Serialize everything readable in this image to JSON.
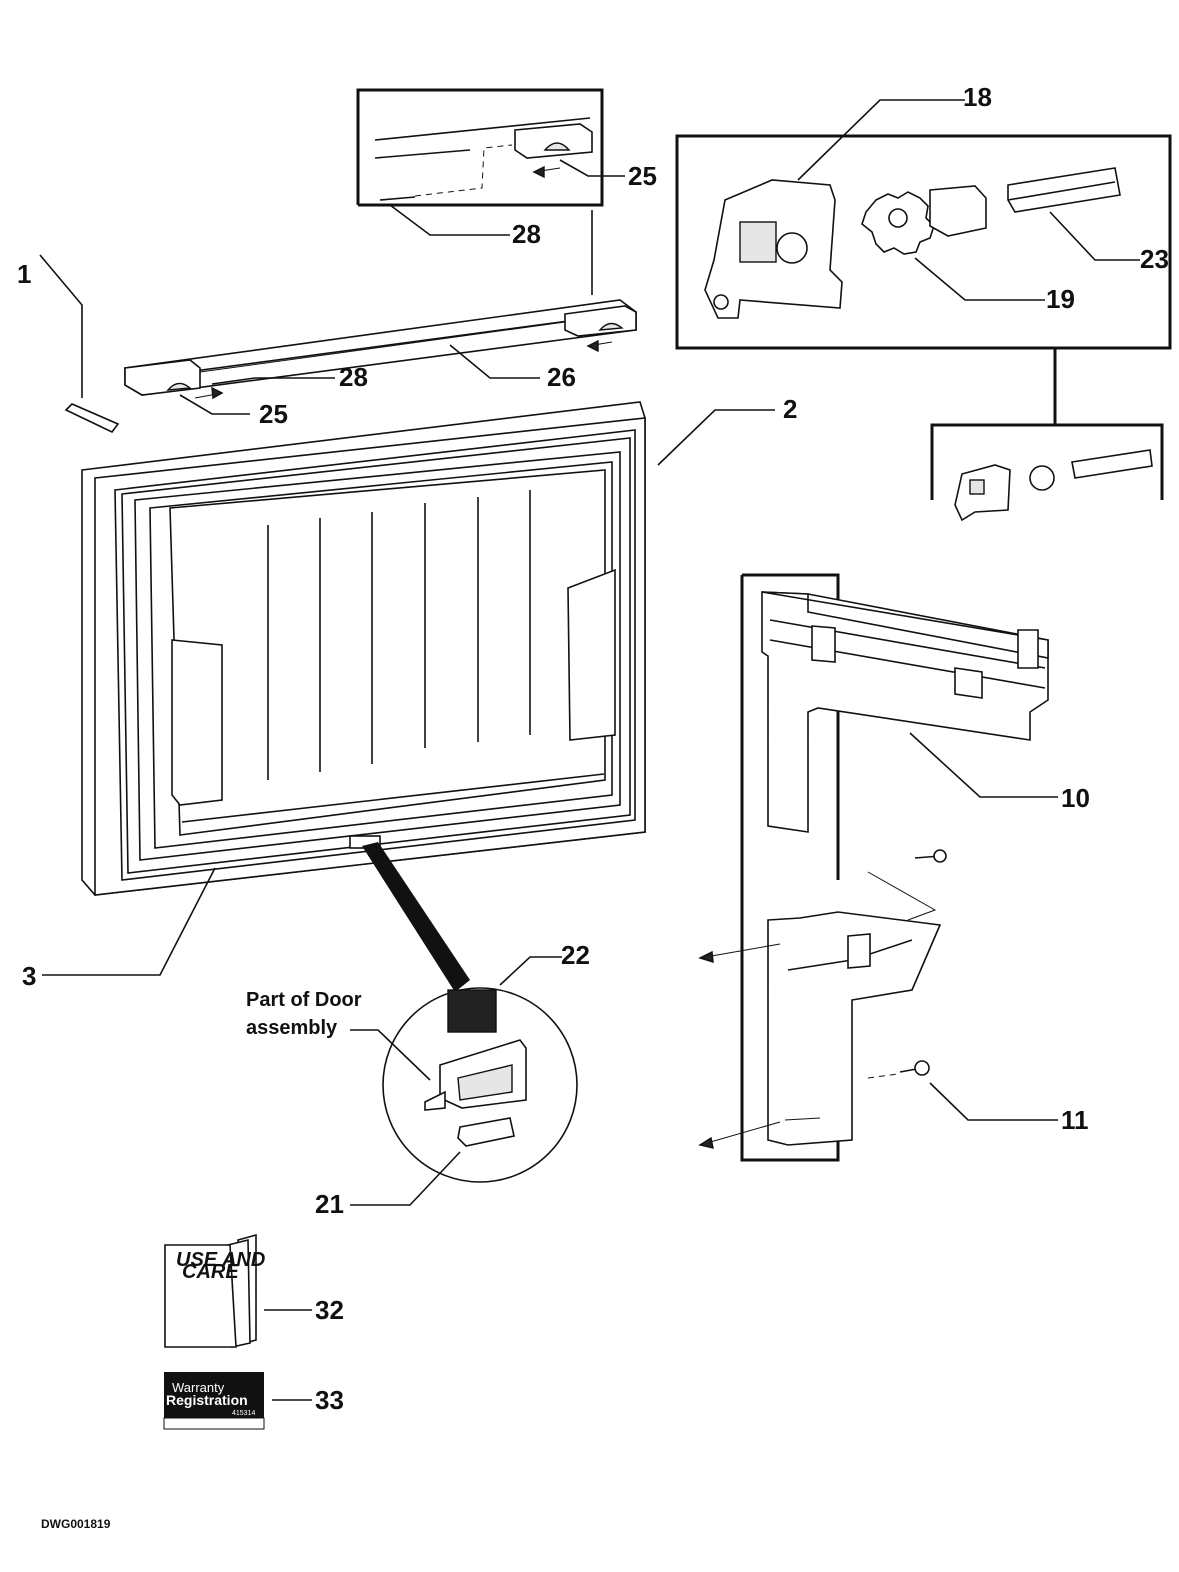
{
  "drawing_id": "DWG001819",
  "note": {
    "line1": "Part of Door",
    "line2": "assembly"
  },
  "manual": {
    "line1": "USE AND",
    "line2": "CARE"
  },
  "warranty_card": {
    "line1": "Warranty",
    "line2": "Registration",
    "code": "415314"
  },
  "callouts": {
    "c1": "1",
    "c2": "2",
    "c3": "3",
    "c10": "10",
    "c11": "11",
    "c18": "18",
    "c19": "19",
    "c21": "21",
    "c22": "22",
    "c23": "23",
    "c25_top": "25",
    "c25_bottom": "25",
    "c26": "26",
    "c28_top": "28",
    "c28_bottom": "28",
    "c32": "32",
    "c33": "33"
  }
}
